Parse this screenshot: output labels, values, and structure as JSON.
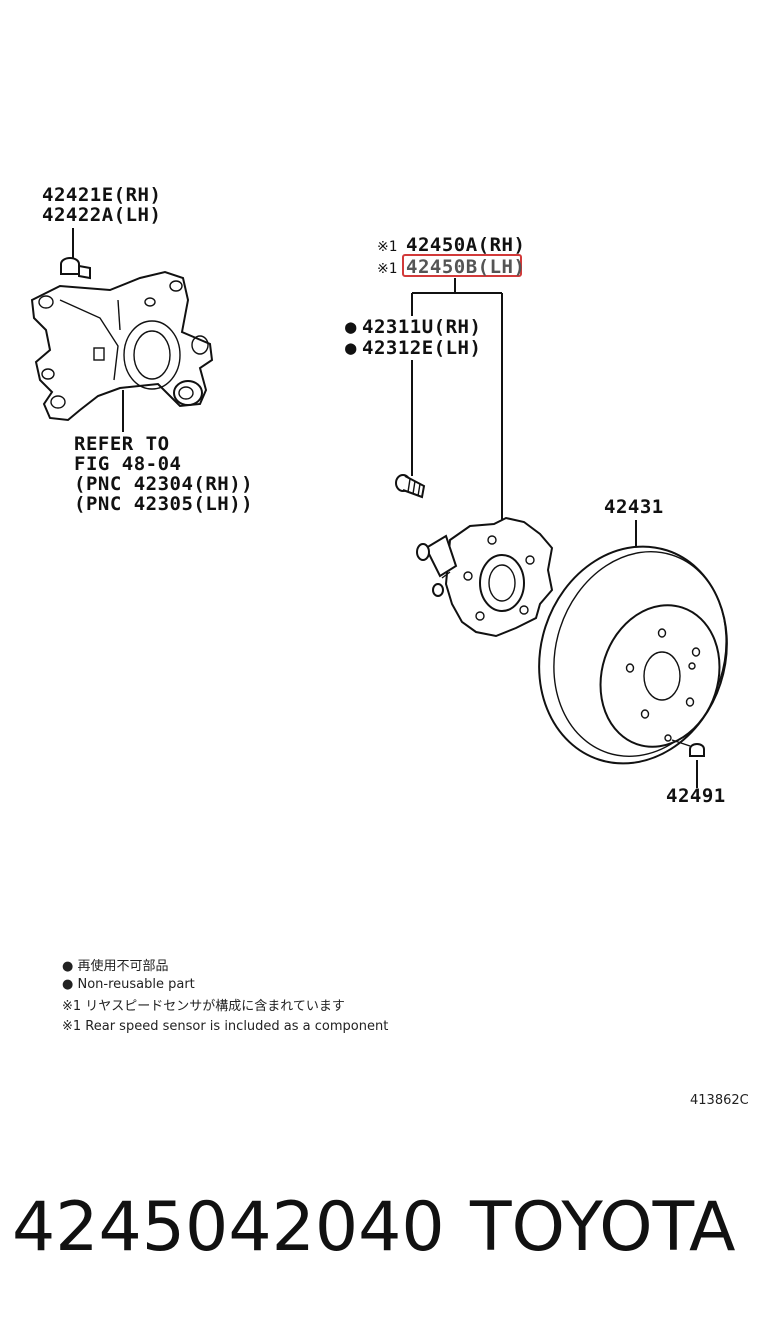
{
  "callouts": {
    "knuckle_bolt_rh": "42421E(RH)",
    "knuckle_bolt_lh": "42422A(LH)",
    "refer_1": "REFER TO",
    "refer_2": "FIG 48-04",
    "refer_3": "(PNC 42304(RH))",
    "refer_4": "(PNC 42305(LH))",
    "hub_mark_1": "※1",
    "hub_rh": "42450A(RH)",
    "hub_mark_2": "※1",
    "hub_lh": "42450B(LH)",
    "bolt_bullet_1": "●",
    "bolt_rh": "42311U(RH)",
    "bolt_bullet_2": "●",
    "bolt_lh": "42312E(LH)",
    "disc": "42431",
    "screw": "42491"
  },
  "legend": {
    "line1": "● 再使用不可部品",
    "line2": "● Non-reusable part",
    "line3": "※1 リヤスピードセンサが構成に含まれています",
    "line4": "※1 Rear speed sensor is included as a component"
  },
  "figure_id": "413862C",
  "footer": {
    "part_number": "4245042040",
    "brand": "TOYOTA"
  },
  "colors": {
    "highlight": "#d23a3a",
    "line": "#111111"
  }
}
